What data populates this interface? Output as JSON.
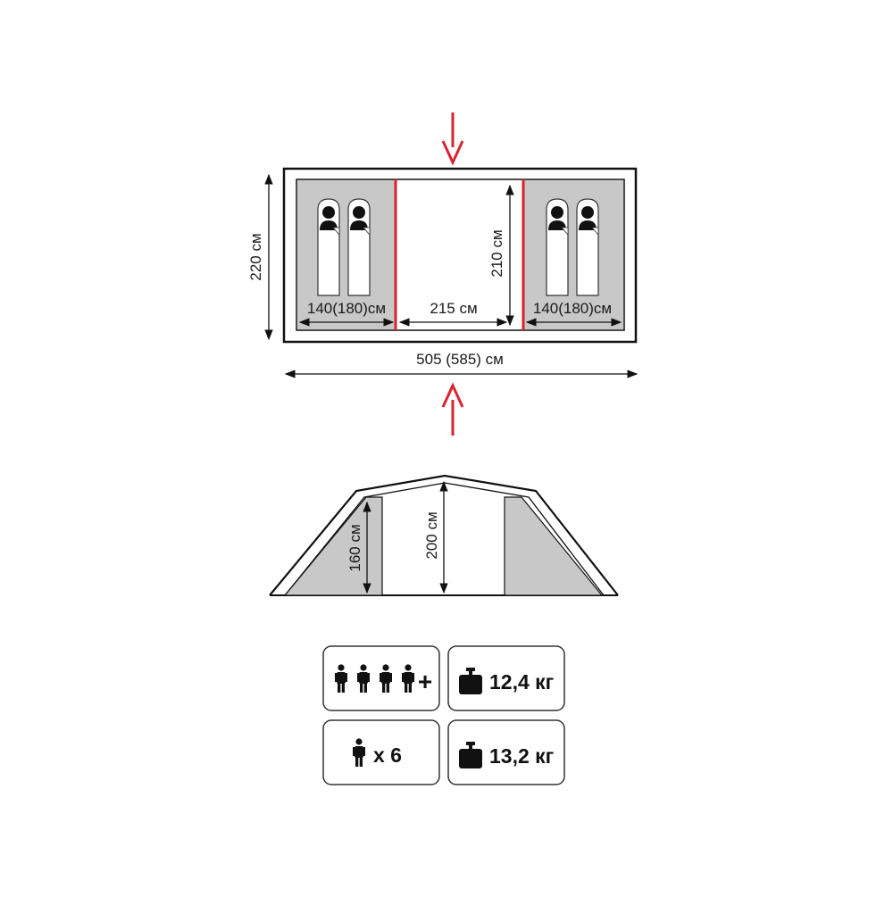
{
  "plan": {
    "outer_width": "505 (585) см",
    "outer_depth": "220 см",
    "inner_depth": "210 см",
    "vestibule_width": "215 см",
    "left_bedroom_width": "140(180)см",
    "right_bedroom_width": "140(180)см"
  },
  "side_view": {
    "bedroom_height": "160 см",
    "center_height": "200 см"
  },
  "specs": {
    "sleeping_capacity": "+",
    "max_capacity": "x 6",
    "weight_packed": "12,4 кг",
    "weight_full": "13,2 кг"
  },
  "colors": {
    "accent_red": "#d9232d",
    "bedroom_gray": "#c8c8c8",
    "outline": "#111111"
  }
}
